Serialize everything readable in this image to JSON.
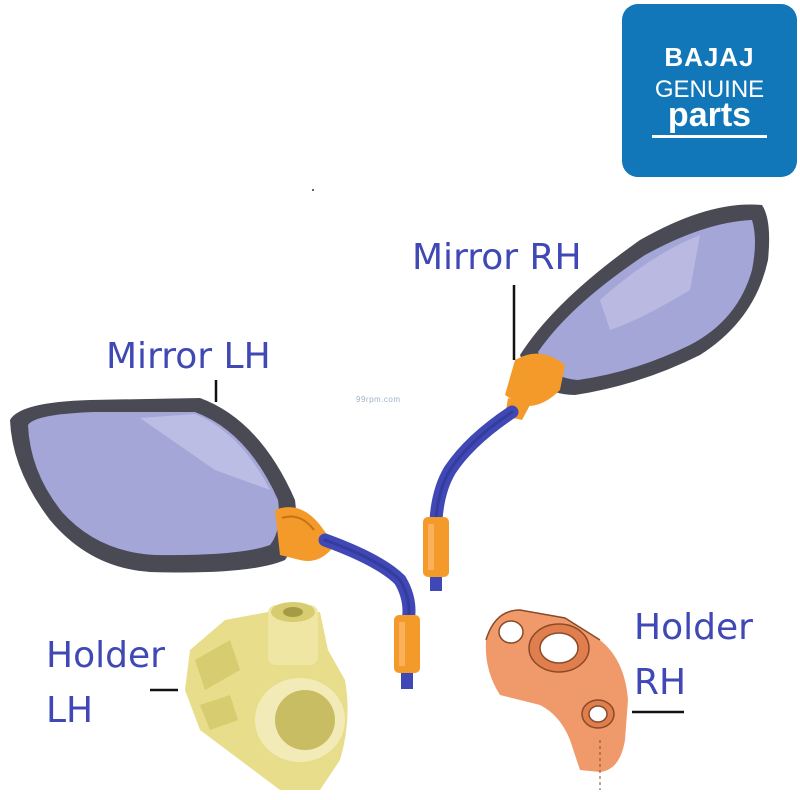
{
  "logo": {
    "brand": "BAJAJ",
    "genuine": "GENUINE",
    "parts": "parts",
    "color": "#1277b8"
  },
  "labels": {
    "mirror_rh": "Mirror RH",
    "mirror_lh": "Mirror LH",
    "holder_lh_line1": "Holder",
    "holder_lh_line2": "LH",
    "holder_rh_line1": "Holder",
    "holder_rh_line2": "RH"
  },
  "watermark": "99rpm.com",
  "colors": {
    "label_text": "#3f48b5",
    "mirror_glass": "#a5a6d8",
    "mirror_frame": "#4a4a55",
    "stem": "#3f48b5",
    "joint": "#f39a2a",
    "holder_lh": "#e8dd8a",
    "holder_rh": "#f09a6c"
  }
}
